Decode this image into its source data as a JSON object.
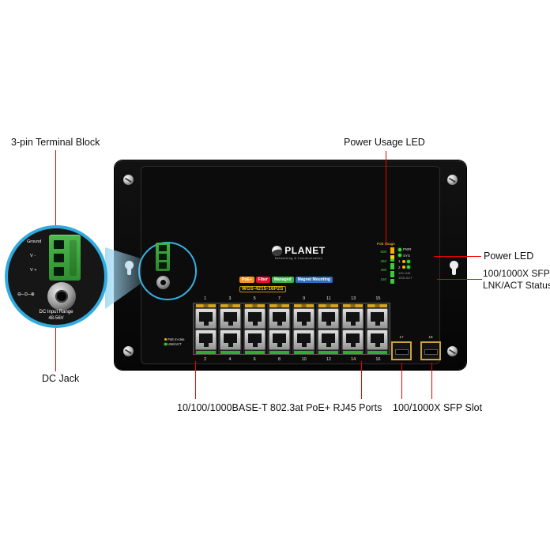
{
  "callouts": {
    "terminal_block": "3-pin Terminal Block",
    "power_usage_led": "Power Usage LED",
    "power_led": "Power LED",
    "sfp_status_line1": "100/1000X SFP",
    "sfp_status_line2": "LNK/ACT Status",
    "dc_jack": "DC Jack",
    "rj45_ports": "10/100/1000BASE-T 802.3at PoE+ RJ45 Ports",
    "sfp_slot": "100/1000X SFP Slot"
  },
  "inset": {
    "pin_ground": "Ground",
    "pin_vminus": "V -",
    "pin_vplus": "V +",
    "polarity": "⊖–⊙–⊕",
    "dc_range_line1": "DC Input Range",
    "dc_range_line2": "48-56V"
  },
  "device": {
    "brand": "PLANET",
    "brand_tagline": "Networking & Communication",
    "model": "WGS-4215-16P2S",
    "badges": [
      {
        "label": "PoE+",
        "color": "#f7941d"
      },
      {
        "label": "Fiber",
        "color": "#e8112d"
      },
      {
        "label": "Managed",
        "color": "#3ab54a"
      },
      {
        "label": "Magnet Mounting",
        "color": "#2a6fbb"
      }
    ],
    "led_panel": {
      "title": "PoE Usage",
      "scale": [
        "600",
        "450",
        "300",
        "150"
      ],
      "pwr": "PWR",
      "sys": "SYS",
      "sfp1": "1",
      "sfp2": "2",
      "legend1": "100 LNK",
      "legend2": "1000 ACT"
    },
    "port_numbers_top": [
      "1",
      "3",
      "5",
      "7",
      "9",
      "11",
      "13",
      "15"
    ],
    "port_numbers_bottom": [
      "2",
      "4",
      "6",
      "8",
      "10",
      "12",
      "14",
      "16"
    ],
    "legend_poe": "PoE In-Use",
    "legend_lnk": "LNK/ACT",
    "sfp_numbers": [
      "17",
      "18"
    ],
    "accent_cyan": "#2fabdf",
    "callout_red": "#f20000"
  }
}
